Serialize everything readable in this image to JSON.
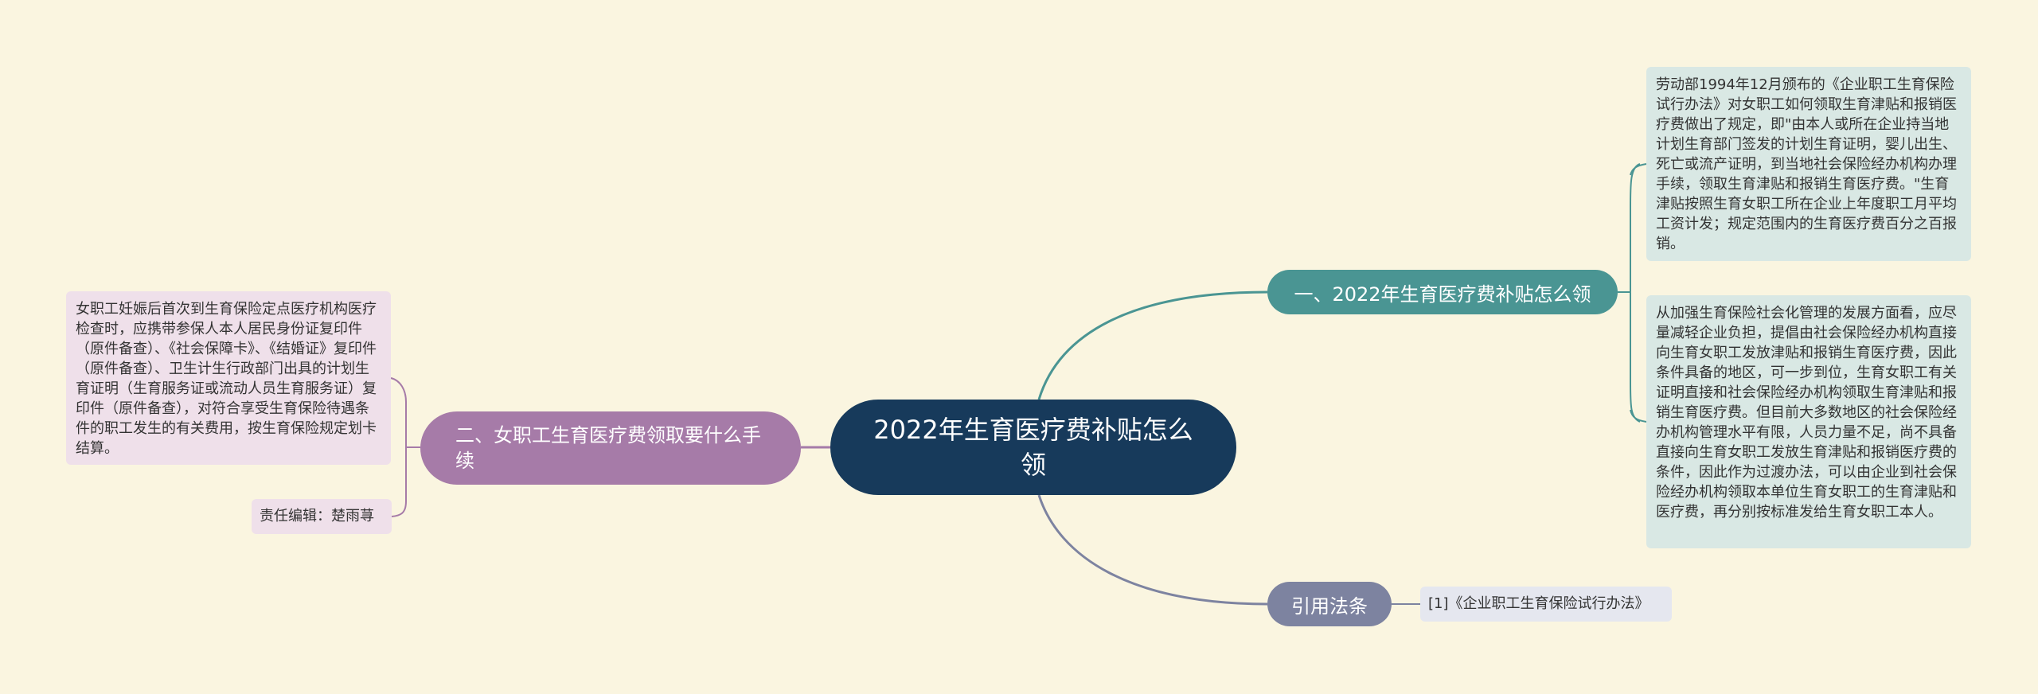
{
  "center": {
    "title": "2022年生育医疗费补贴怎么领"
  },
  "branches": [
    {
      "label": "一、2022年生育医疗费补贴怎么领",
      "color": "#4a9593"
    },
    {
      "label": "二、女职工生育医疗费领取要什么手续",
      "color": "#a67ba8"
    },
    {
      "label": "引用法条",
      "color": "#7d83a0"
    }
  ],
  "leaves": {
    "b1_leaf1": "劳动部1994年12月颁布的《企业职工生育保险试行办法》对女职工如何领取生育津贴和报销医疗费做出了规定，即\"由本人或所在企业持当地计划生育部门签发的计划生育证明，婴儿出生、死亡或流产证明，到当地社会保险经办机构办理手续，领取生育津贴和报销生育医疗费。\"生育津贴按照生育女职工所在企业上年度职工月平均工资计发；规定范围内的生育医疗费百分之百报销。",
    "b1_leaf2": "从加强生育保险社会化管理的发展方面看，应尽量减轻企业负担，提倡由社会保险经办机构直接向生育女职工发放津贴和报销生育医疗费，因此条件具备的地区，可一步到位，生育女职工有关证明直接和社会保险经办机构领取生育津贴和报销生育医疗费。但目前大多数地区的社会保险经办机构管理水平有限，人员力量不足，尚不具备直接向生育女职工发放生育津贴和报销医疗费的条件，因此作为过渡办法，可以由企业到社会保险经办机构领取本单位生育女职工的生育津贴和医疗费，再分别按标准发给生育女职工本人。",
    "b2_leaf1": "女职工妊娠后首次到生育保险定点医疗机构医疗检查时，应携带参保人本人居民身份证复印件（原件备查）、《社会保障卡》、《结婚证》复印件（原件备查）、卫生计生行政部门出具的计划生育证明（生育服务证或流动人员生育服务证）复印件（原件备查），对符合享受生育保险待遇条件的职工发生的有关费用，按生育保险规定划卡结算。",
    "b2_leaf2": "责任编辑：楚雨荨",
    "b3_leaf1": "[1]《企业职工生育保险试行办法》"
  },
  "colors": {
    "background": "#faf5e0",
    "center": "#173a5b",
    "branch1_leaf": "#d9e8e4",
    "branch2_leaf": "#efe0ea",
    "branch3_leaf": "#e5e7ef"
  }
}
